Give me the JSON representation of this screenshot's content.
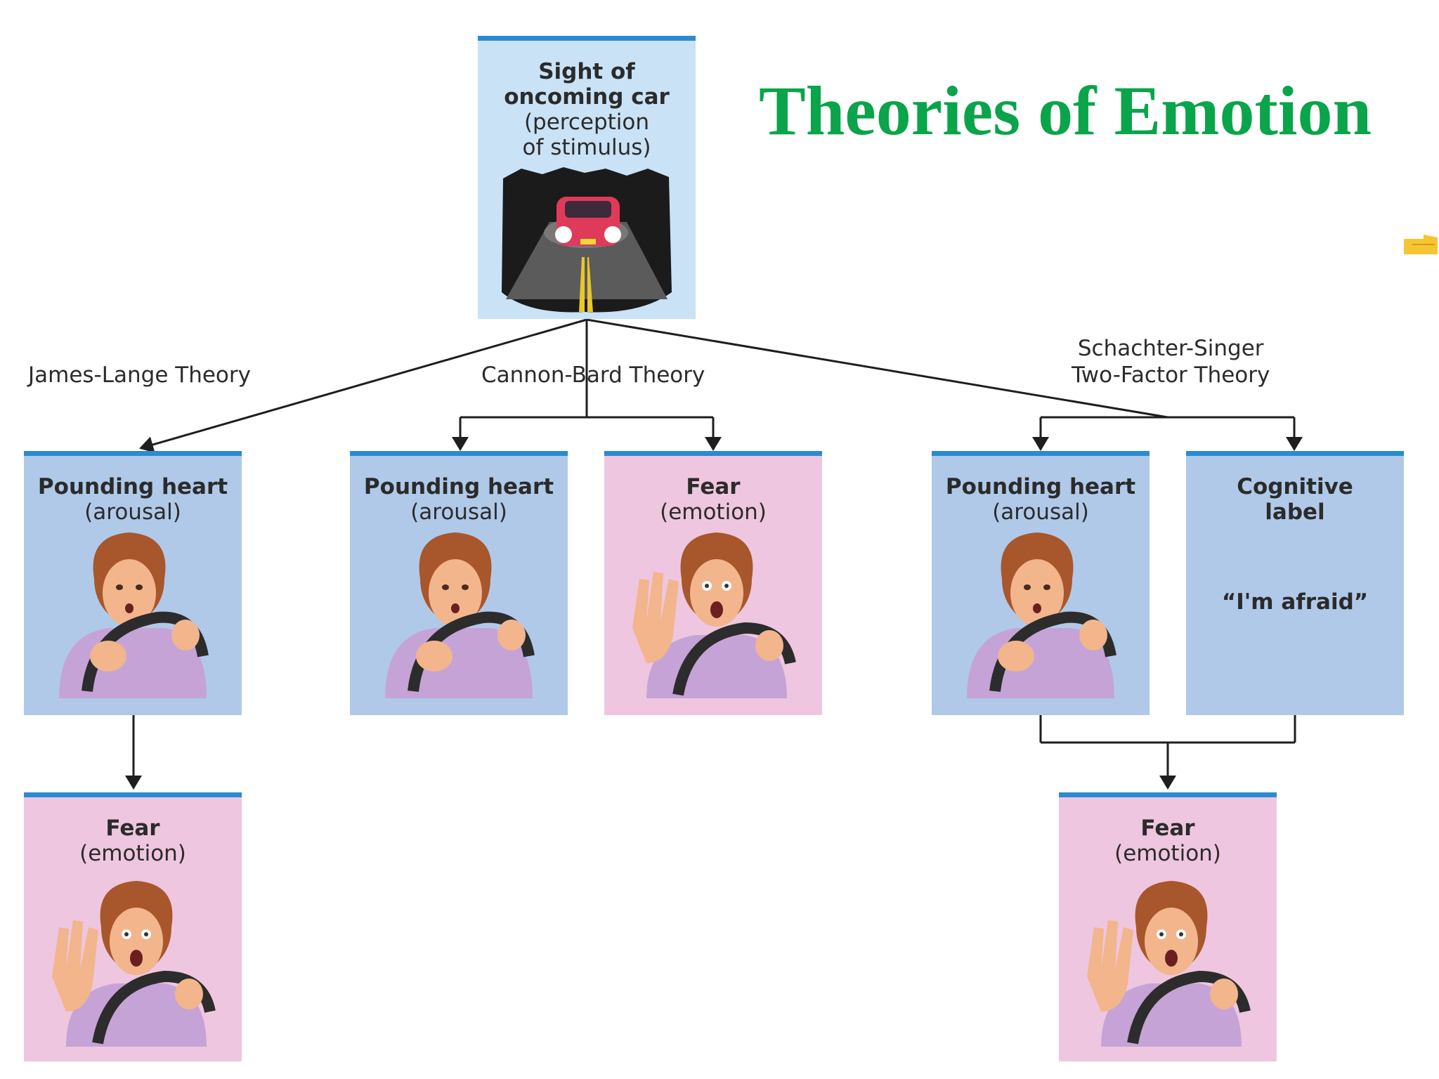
{
  "title": "Theories of Emotion",
  "stimulus": {
    "main": "Sight of oncoming car",
    "sub": "(perception of stimulus)"
  },
  "theories": {
    "james_lange": "James-Lange Theory",
    "cannon_bard": "Cannon-Bard Theory",
    "schachter_singer_line1": "Schachter-Singer",
    "schachter_singer_line2": "Two-Factor Theory"
  },
  "arousal": {
    "main": "Pounding heart",
    "sub": "(arousal)"
  },
  "emotion": {
    "main": "Fear",
    "sub": "(emotion)"
  },
  "cognitive": {
    "main": "Cognitive label",
    "quote": "“I'm afraid”"
  },
  "colors": {
    "title": "#0aa44a",
    "box_border": "#2a8bd0",
    "arousal_bg": "#b0c9e9",
    "emotion_bg": "#efc6df"
  }
}
